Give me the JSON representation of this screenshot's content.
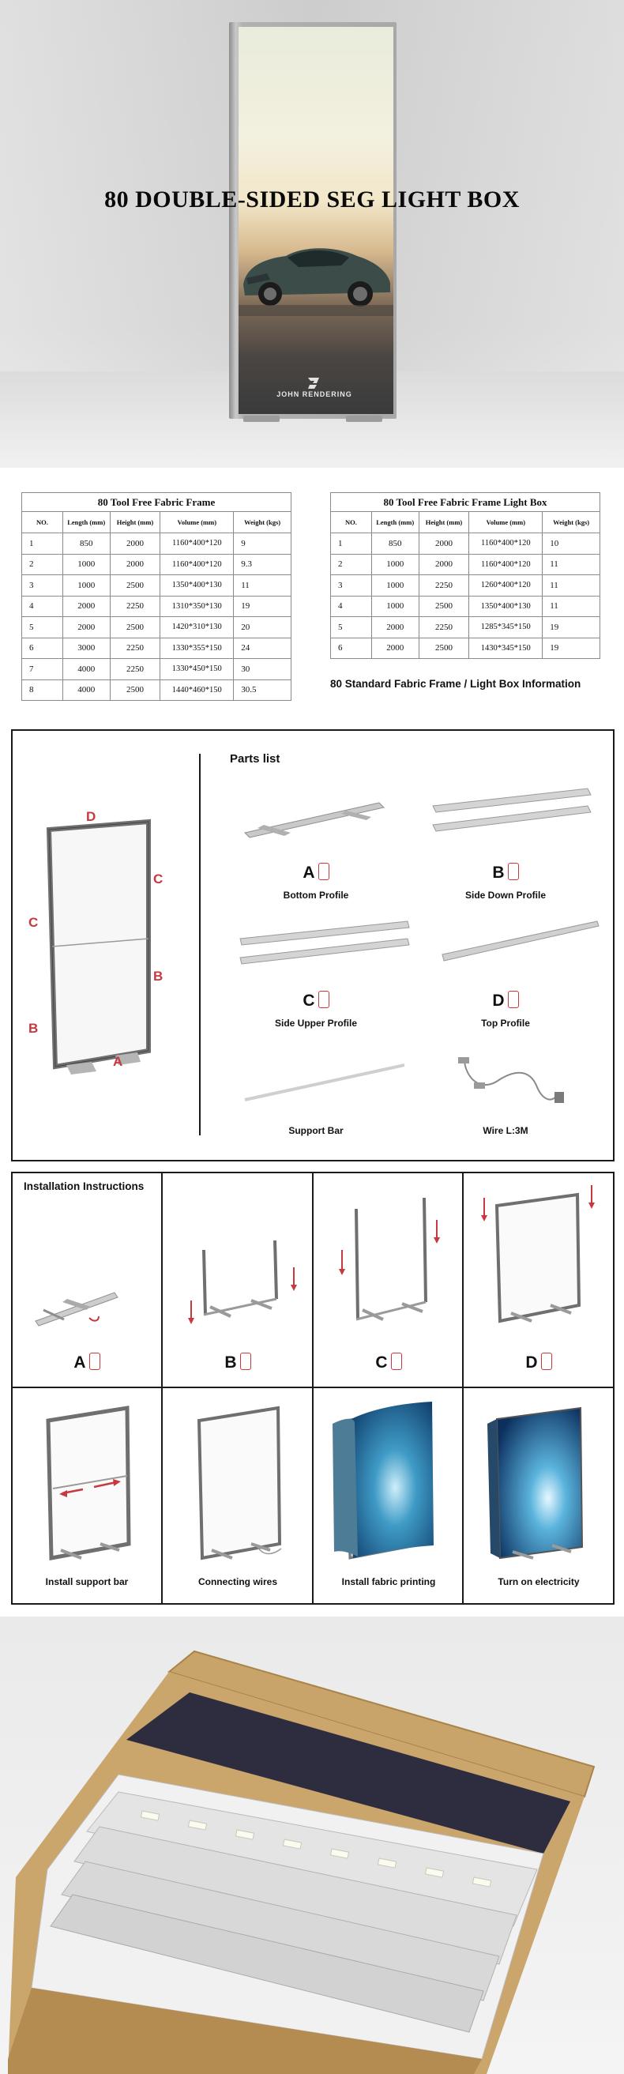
{
  "hero": {
    "title": "80 DOUBLE-SIDED SEG LIGHT BOX",
    "logo_text": "JOHN RENDERING",
    "logo_icon": "jr-emblem-icon"
  },
  "tables": {
    "frame": {
      "caption": "80 Tool Free Fabric Frame",
      "headers": [
        "NO.",
        "Length (mm)",
        "Height (mm)",
        "Volume (mm)",
        "Weight (kgs)"
      ],
      "rows": [
        [
          "1",
          "850",
          "2000",
          "1160*400*120",
          "9"
        ],
        [
          "2",
          "1000",
          "2000",
          "1160*400*120",
          "9.3"
        ],
        [
          "3",
          "1000",
          "2500",
          "1350*400*130",
          "11"
        ],
        [
          "4",
          "2000",
          "2250",
          "1310*350*130",
          "19"
        ],
        [
          "5",
          "2000",
          "2500",
          "1420*310*130",
          "20"
        ],
        [
          "6",
          "3000",
          "2250",
          "1330*355*150",
          "24"
        ],
        [
          "7",
          "4000",
          "2250",
          "1330*450*150",
          "30"
        ],
        [
          "8",
          "4000",
          "2500",
          "1440*460*150",
          "30.5"
        ]
      ]
    },
    "lightbox": {
      "caption": "80 Tool Free Fabric Frame Light Box",
      "headers": [
        "NO.",
        "Length (mm)",
        "Height (mm)",
        "Volume (mm)",
        "Weight (kgs)"
      ],
      "rows": [
        [
          "1",
          "850",
          "2000",
          "1160*400*120",
          "10"
        ],
        [
          "2",
          "1000",
          "2000",
          "1160*400*120",
          "11"
        ],
        [
          "3",
          "1000",
          "2250",
          "1260*400*120",
          "11"
        ],
        [
          "4",
          "1000",
          "2500",
          "1350*400*130",
          "11"
        ],
        [
          "5",
          "2000",
          "2250",
          "1285*345*150",
          "19"
        ],
        [
          "6",
          "2000",
          "2500",
          "1430*345*150",
          "19"
        ]
      ]
    },
    "note": "80 Standard Fabric Frame / Light Box Information"
  },
  "parts": {
    "title": "Parts list",
    "frame_letters": {
      "top": "D",
      "right_upper": "C",
      "left_upper": "C",
      "right_lower": "B",
      "left_lower": "B",
      "bottom": "A"
    },
    "items": [
      {
        "letter": "A",
        "name": "Bottom Profile"
      },
      {
        "letter": "B",
        "name": "Side Down Profile"
      },
      {
        "letter": "C",
        "name": "Side Upper Profile"
      },
      {
        "letter": "D",
        "name": "Top Profile"
      },
      {
        "letter": "",
        "name": "Support Bar"
      },
      {
        "letter": "",
        "name": "Wire  L:3M"
      }
    ]
  },
  "installation": {
    "title": "Installation Instructions",
    "steps": [
      {
        "letter": "A",
        "label": ""
      },
      {
        "letter": "B",
        "label": ""
      },
      {
        "letter": "C",
        "label": ""
      },
      {
        "letter": "D",
        "label": ""
      },
      {
        "letter": "",
        "label": "Install support bar"
      },
      {
        "letter": "",
        "label": "Connecting wires"
      },
      {
        "letter": "",
        "label": "Install fabric printing"
      },
      {
        "letter": "",
        "label": "Turn on electricity"
      }
    ]
  },
  "colors": {
    "accent_red": "#c8383f",
    "border": "#1a1a1a",
    "carton": "#c9a46a",
    "fabric": "#2e2c3f"
  }
}
